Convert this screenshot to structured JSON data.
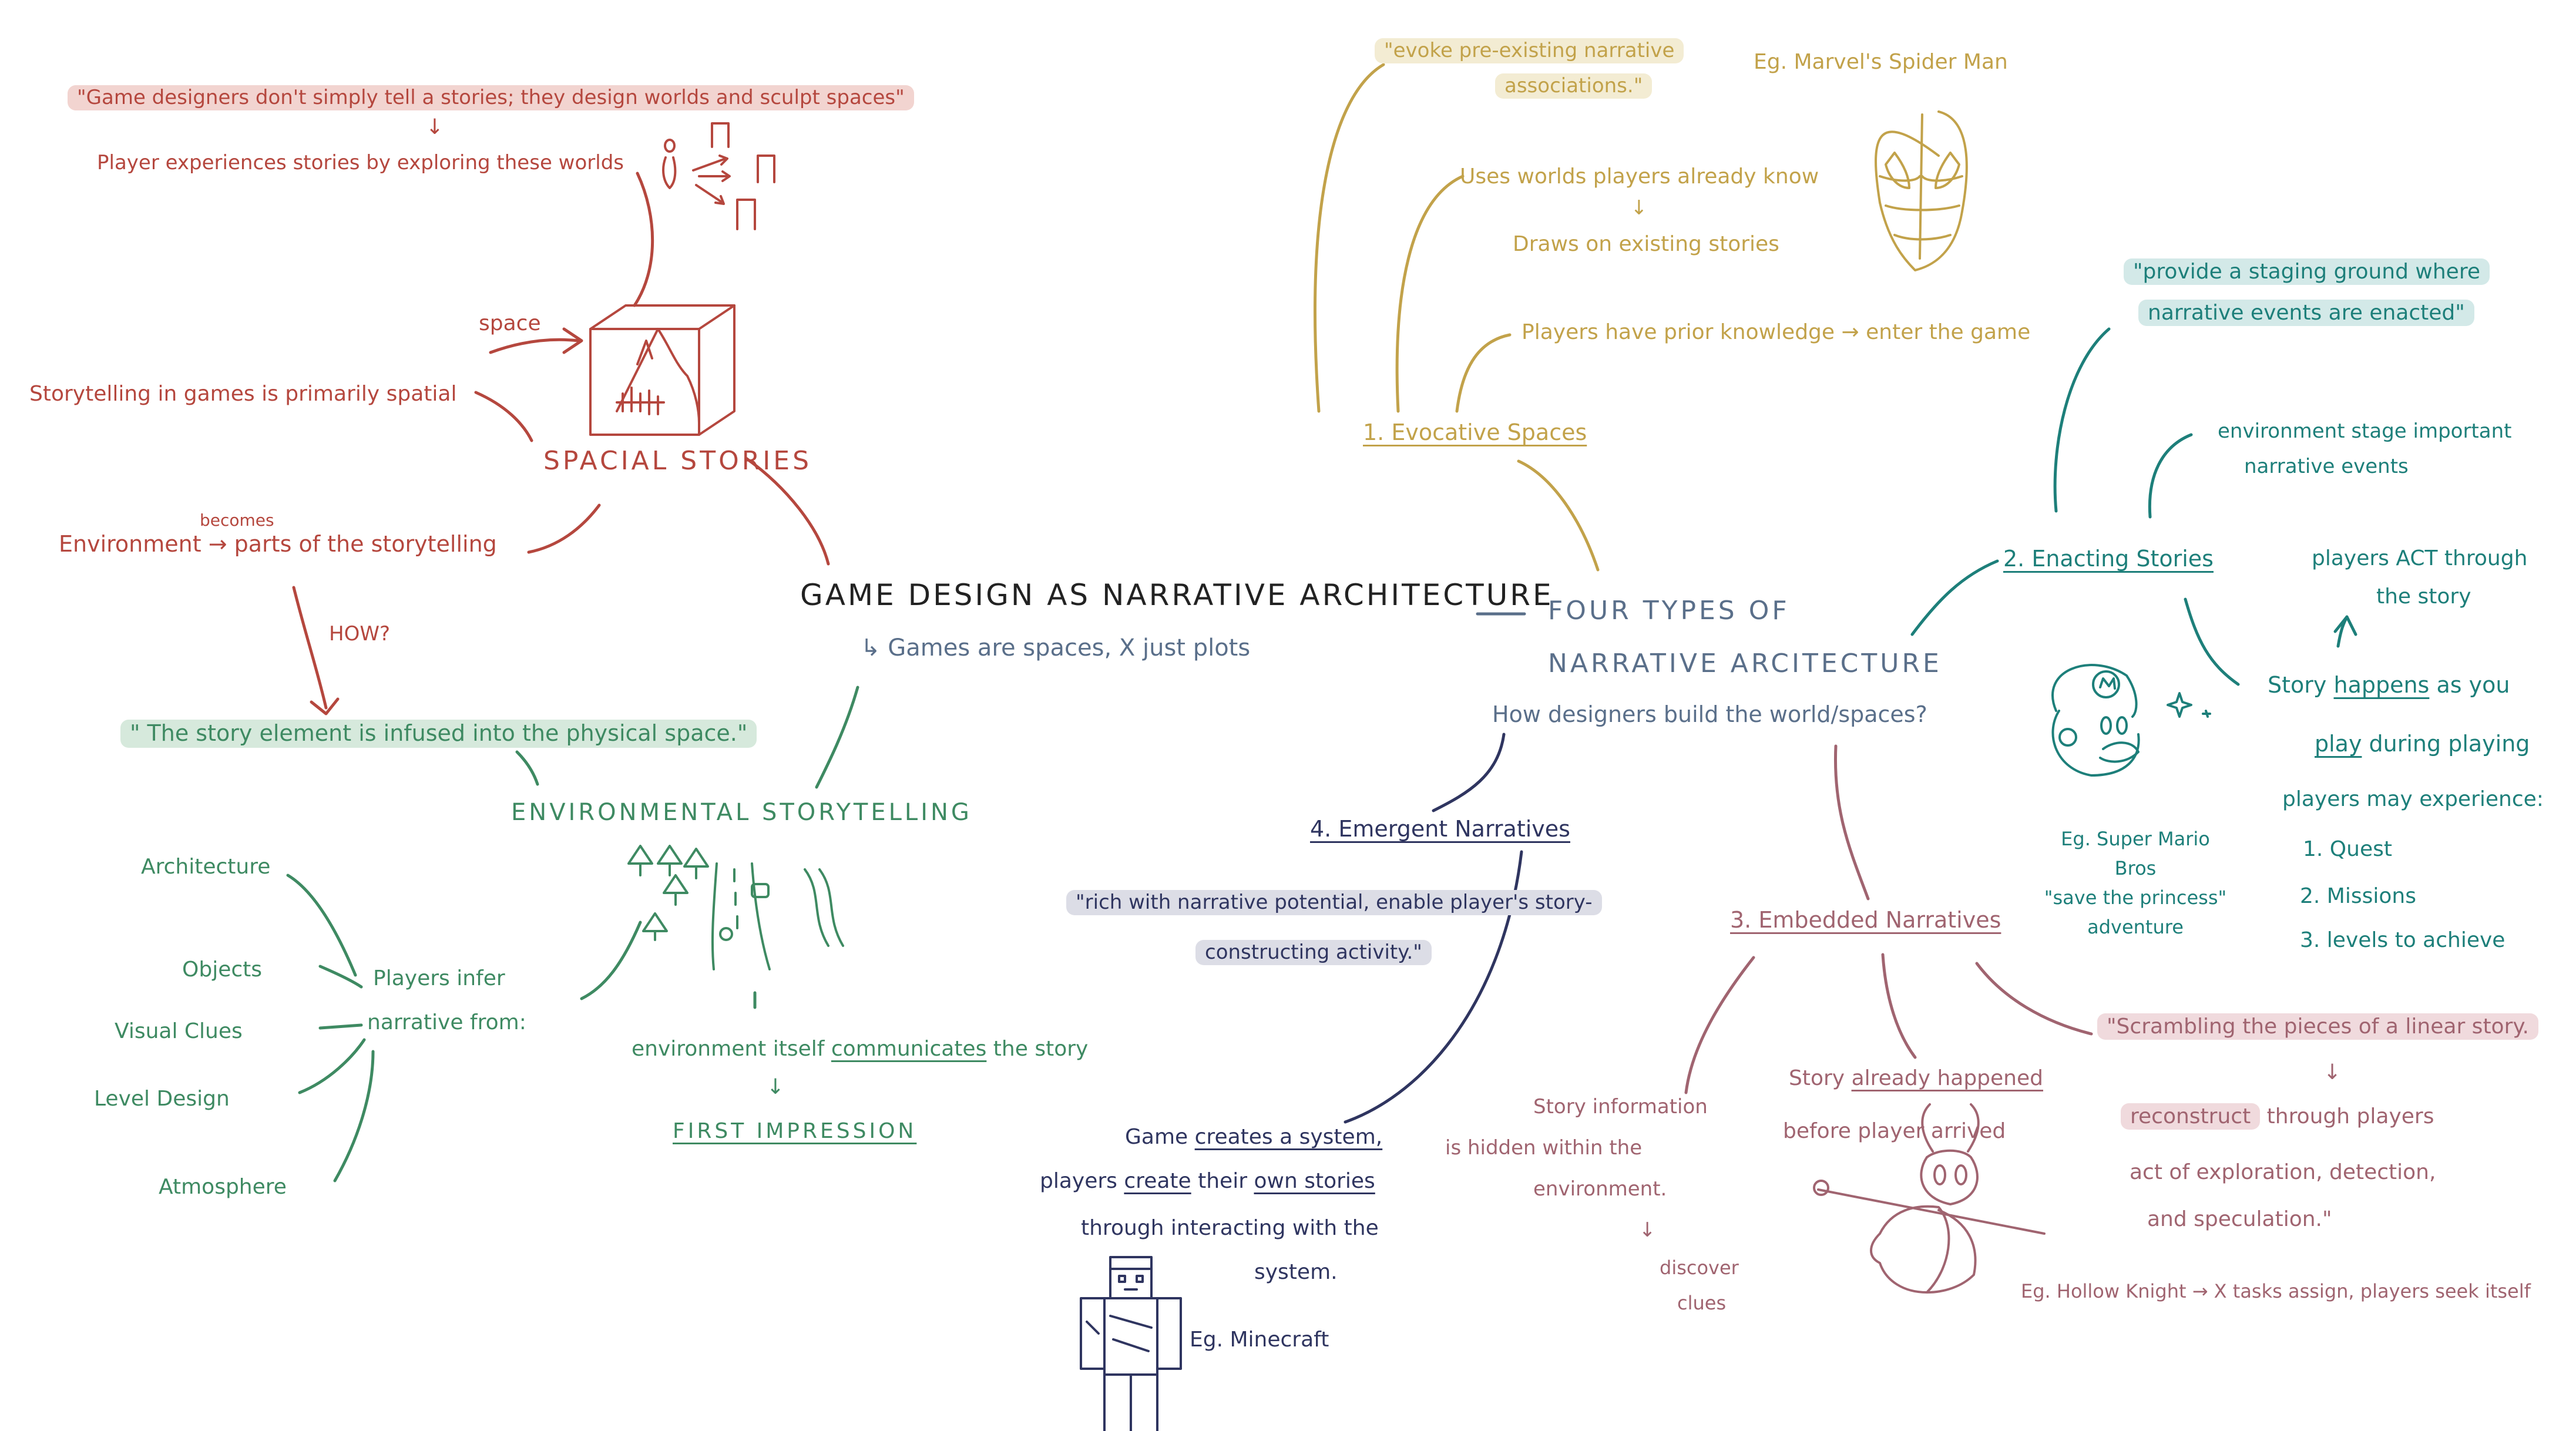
{
  "title": "GAME DESIGN AS NARRATIVE ARCHITECTURE",
  "subtitle": "↳ Games are spaces, X just plots",
  "spatial": {
    "quote": "\"Game designers don't simply tell a stories; they design worlds and sculpt spaces\"",
    "arrow": "↓",
    "player_exp": "Player experiences stories by exploring these worlds",
    "space_label": "space",
    "primarily_spatial": "Storytelling in games is primarily spatial",
    "heading": "SPACIAL STORIES",
    "becomes": "becomes",
    "environment": "Environment → parts of the storytelling",
    "how": "HOW?"
  },
  "environmental": {
    "quote": "\" The story element is infused into the physical space.\"",
    "heading": "ENVIRONMENTAL STORYTELLING",
    "items": [
      "Architecture",
      "Objects",
      "Visual Clues",
      "Level Design",
      "Atmosphere"
    ],
    "infer": "Players infer",
    "infer2": "narrative from:",
    "communicates_a": "environment itself",
    "communicates_b": "communicates",
    "communicates_c": "the story",
    "arrow": "↓",
    "first_impression": "FIRST IMPRESSION"
  },
  "four_types": {
    "line1": "FOUR TYPES OF",
    "line2": "NARRATIVE ARCITECTURE",
    "sub": "How designers build the world/spaces?"
  },
  "evocative": {
    "quote1": "\"evoke pre-existing narrative",
    "quote2": "associations.\"",
    "example": "Eg. Marvel's Spider Man",
    "uses_worlds": "Uses worlds players already know",
    "arrow": "↓",
    "draws": "Draws on existing stories",
    "prior": "Players have prior knowledge → enter the game",
    "heading": "1. Evocative Spaces"
  },
  "enacting": {
    "quote1": "\"provide a staging ground where",
    "quote2": "narrative events are enacted\"",
    "env_stage1": "environment stage important",
    "env_stage2": "narrative events",
    "heading": "2. Enacting Stories",
    "act1": "players ACT through",
    "act2": "the story",
    "happens_a": "Story",
    "happens_b": "happens",
    "happens_c": "as you",
    "play_a": "play",
    "play_b": "during playing",
    "experience": "players may experience:",
    "list": [
      "1. Quest",
      "2. Missions",
      "3. levels to achieve"
    ],
    "example1": "Eg. Super Mario",
    "example2": "Bros",
    "example3": "\"save the princess\"",
    "example4": "adventure"
  },
  "embedded": {
    "heading": "3. Embedded Narratives",
    "info1": "Story information",
    "info2": "is hidden within the",
    "info3": "environment.",
    "arrow": "↓",
    "discover1": "discover",
    "discover2": "clues",
    "happened_a": "Story",
    "happened_b": "already happened",
    "happened2": "before player arrived",
    "quote1": "\"Scrambling the pieces of a linear story.",
    "reconstruct_a": "reconstruct",
    "reconstruct_b": "through players",
    "quote3": "act of exploration, detection,",
    "quote4": "and speculation.\"",
    "example": "Eg. Hollow Knight → X tasks assign, players seek itself"
  },
  "emergent": {
    "heading": "4. Emergent Narratives",
    "quote1": "\"rich with narrative potential, enable player's story-",
    "quote2": "constructing activity.\"",
    "game_a": "Game",
    "game_b": "creates a system,",
    "players_a": "players",
    "players_b": "create",
    "players_c": "their",
    "players_d": "own stories",
    "through": "through interacting with the",
    "system": "system.",
    "example": "Eg. Minecraft"
  },
  "colors": {
    "red": "#b5473e",
    "green": "#3e8a62",
    "gold": "#c2a24a",
    "teal": "#1d7f7a",
    "navy": "#2f3560",
    "mauve": "#a06470",
    "slate": "#5a6f8a",
    "hl_red": "#f2d4d0",
    "hl_green": "#d6e9dc",
    "hl_gold": "#f3ecd3",
    "hl_teal": "#d3e9e8",
    "hl_navy": "#dcdde6",
    "hl_mauve": "#f0dadd"
  },
  "icons": [
    "cube-landscape-icon",
    "spiderman-icon",
    "mario-icon",
    "sparkle-icon",
    "hollow-knight-icon",
    "minecraft-steve-icon",
    "trees-road-icon",
    "person-doors-icon"
  ]
}
